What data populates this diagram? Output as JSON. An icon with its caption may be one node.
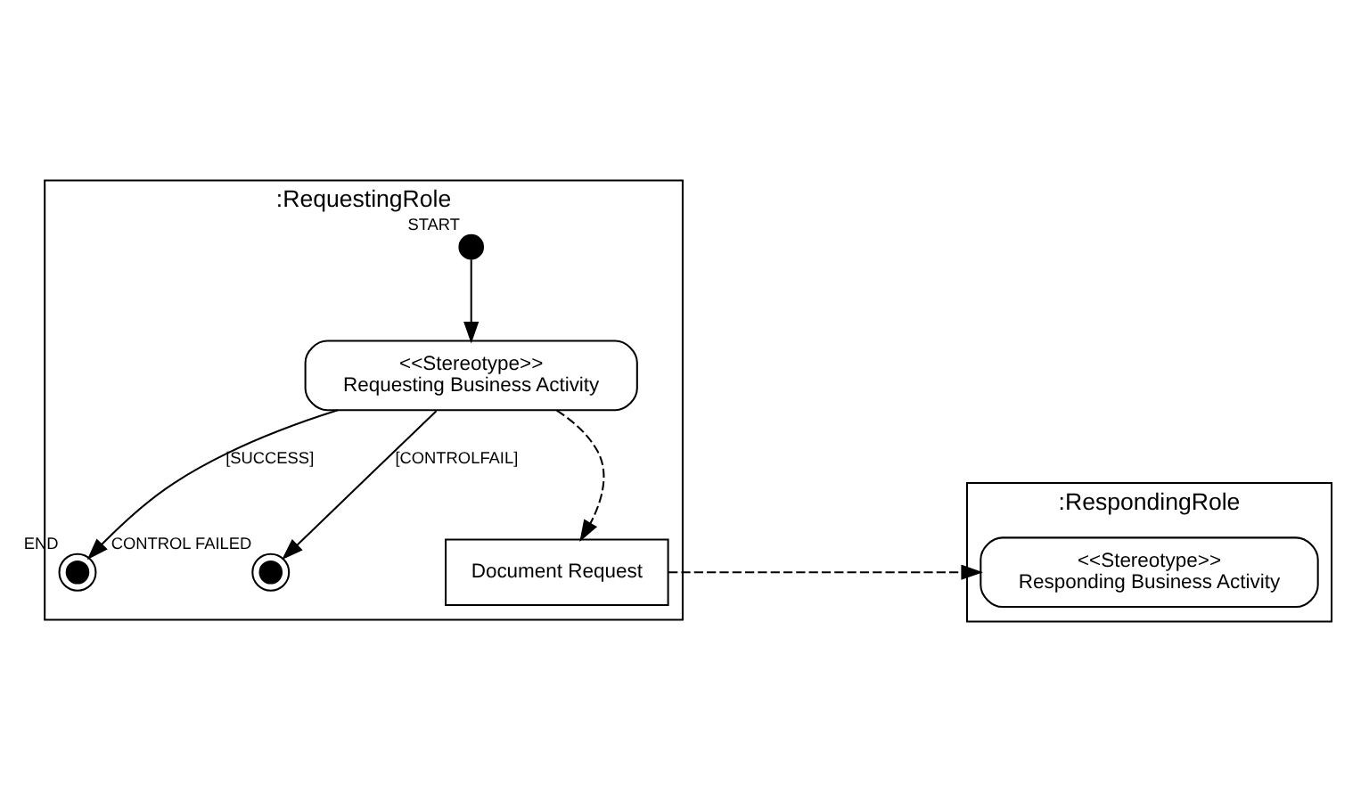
{
  "diagram": {
    "nodes": [
      {
        "text": [
          ":RequestingRole"
        ]
      },
      {
        "text": [
          ":RespondingRole"
        ]
      },
      {
        "text": [],
        "shape": "circle",
        "in": 0,
        "beside": [
          "START"
        ]
      },
      {
        "text": [
          "<<Stereotype>>",
          "Requesting Business Activity"
        ],
        "in": 0
      },
      {
        "text": [],
        "shape": "bullseye",
        "in": 0,
        "beside": [
          "END"
        ]
      },
      {
        "text": [],
        "shape": "bullseye",
        "in": 0,
        "beside": [
          "CONTROL FAILED"
        ]
      },
      {
        "text": [
          "Document Request"
        ],
        "in": 0
      },
      {
        "text": [
          "<<Stereotype>>",
          "Responding Business Activity"
        ],
        "in": 1
      }
    ],
    "edges": [
      {
        "from": 2,
        "to": 3,
        "arrow": "to"
      },
      {
        "from": 3,
        "to": 4,
        "arrow": "to",
        "label": "[SUCCESS]"
      },
      {
        "from": 3,
        "to": 5,
        "arrow": "to",
        "label": "[CONTROLFAIL]"
      },
      {
        "from": 3,
        "to": 6,
        "arrow": "to",
        "style": "dashed"
      },
      {
        "from": 6,
        "to": 7,
        "arrow": "to",
        "style": "dashed"
      }
    ]
  }
}
